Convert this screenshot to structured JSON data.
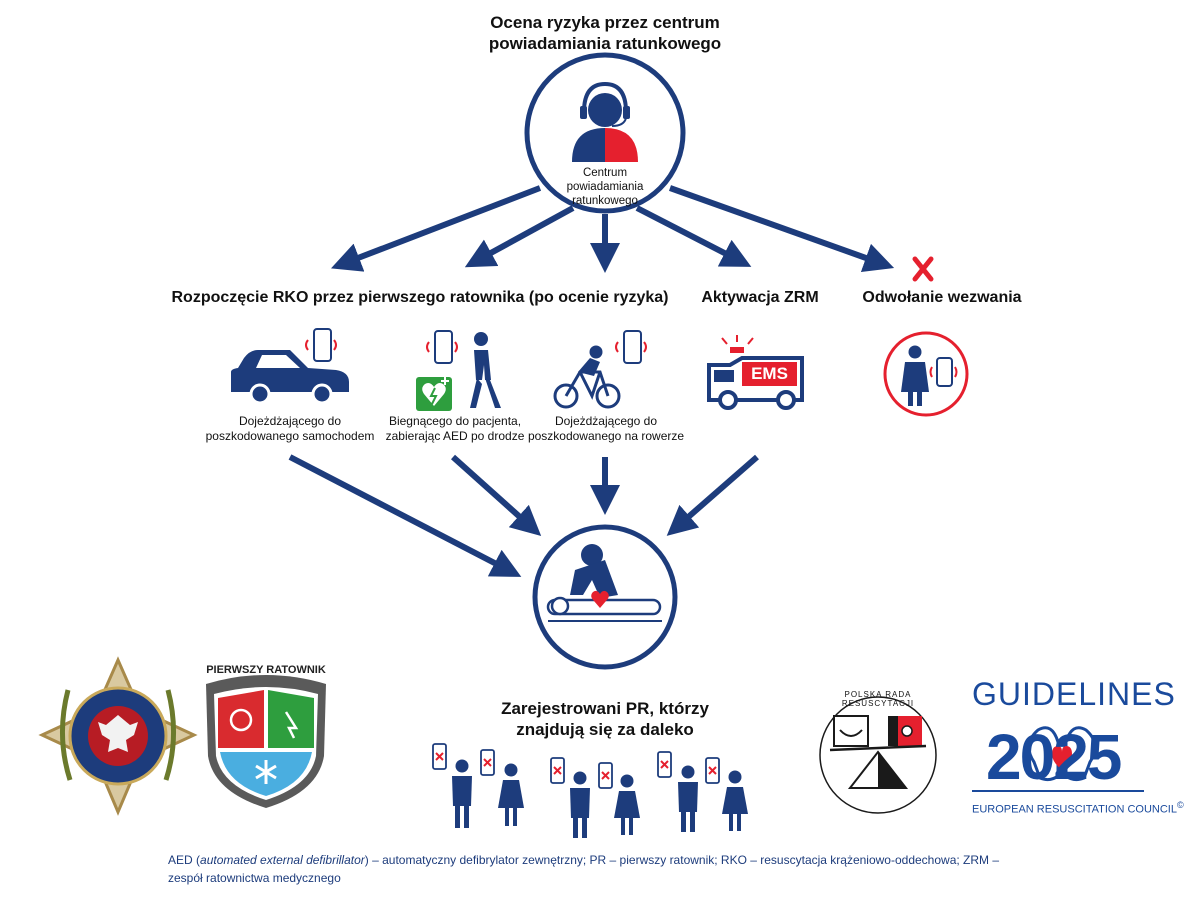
{
  "top": {
    "title_line1": "Ocena ryzyka przez centrum",
    "title_line2": "powiadamiania ratunkowego",
    "center_label_1": "Centrum",
    "center_label_2": "powiadamiania",
    "center_label_3": "ratunkowego"
  },
  "row": {
    "rko_title": "Rozpoczęcie RKO przez pierwszego ratownika (po ocenie ryzyka)",
    "zrm_title": "Aktywacja ZRM",
    "cancel_title": "Odwołanie wezwania",
    "car_1": "Dojeżdżającego do",
    "car_2": "poszkodowanego samochodem",
    "run_1": "Biegnącego do pacjenta,",
    "run_2": "zabierając AED po drodze",
    "bike_1": "Dojeżdżającego do",
    "bike_2": "poszkodowanego na rowerze",
    "ems_text": "EMS"
  },
  "far": {
    "title_1": "Zarejestrowani PR, którzy",
    "title_2": "znajdują się za daleko"
  },
  "logos": {
    "pierwszy_ratownik": "PIERWSZY RATOWNIK",
    "polska_rada": "POLSKA RADA RESUSCYTACJI",
    "guidelines": "GUIDELINES",
    "year": "2025",
    "erc": "EUROPEAN RESUSCITATION COUNCIL",
    "copyright": "©"
  },
  "footnote": {
    "aed": "AED (",
    "aed_italic": "automated external defibrillator",
    "rest": ") – automatyczny defibrylator zewnętrzny; PR – pierwszy ratownik; RKO – resuscytacja krążeniowo-oddechowa; ZRM –",
    "line2": "zespół ratownictwa medycznego"
  },
  "colors": {
    "navy": "#1d3c7c",
    "red": "#e5202e",
    "green": "#2e9e3e",
    "light_blue": "#4aaee0"
  }
}
